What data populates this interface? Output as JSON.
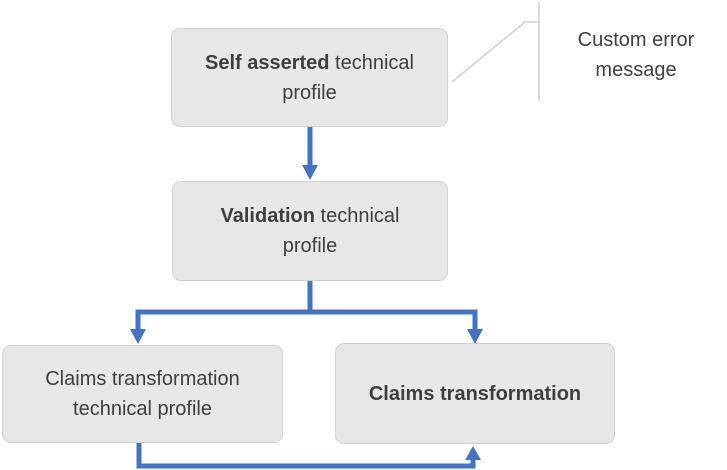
{
  "diagram": {
    "nodes": [
      {
        "id": "self-asserted-technical-profile",
        "bold": "Self asserted",
        "rest": " technical profile"
      },
      {
        "id": "validation-technical-profile",
        "bold": "Validation",
        "rest": " technical profile"
      },
      {
        "id": "claims-transformation-technical-profile",
        "bold": "",
        "rest": "Claims transformation technical profile"
      },
      {
        "id": "claims-transformation",
        "bold": "Claims transformation",
        "rest": ""
      }
    ],
    "callout": {
      "label": "Custom error message"
    },
    "connectors": [
      {
        "from": "self-asserted-technical-profile",
        "to": "validation-technical-profile"
      },
      {
        "from": "validation-technical-profile",
        "to": "claims-transformation-technical-profile"
      },
      {
        "from": "validation-technical-profile",
        "to": "claims-transformation"
      },
      {
        "from": "claims-transformation-technical-profile",
        "to": "claims-transformation"
      }
    ],
    "colors": {
      "arrow": "#4472c4",
      "node_fill": "#e8e7e7",
      "node_border": "#d2d0d0",
      "text": "#3f3f3f",
      "callout_line": "#d0cece",
      "background": "#ffffff"
    }
  }
}
